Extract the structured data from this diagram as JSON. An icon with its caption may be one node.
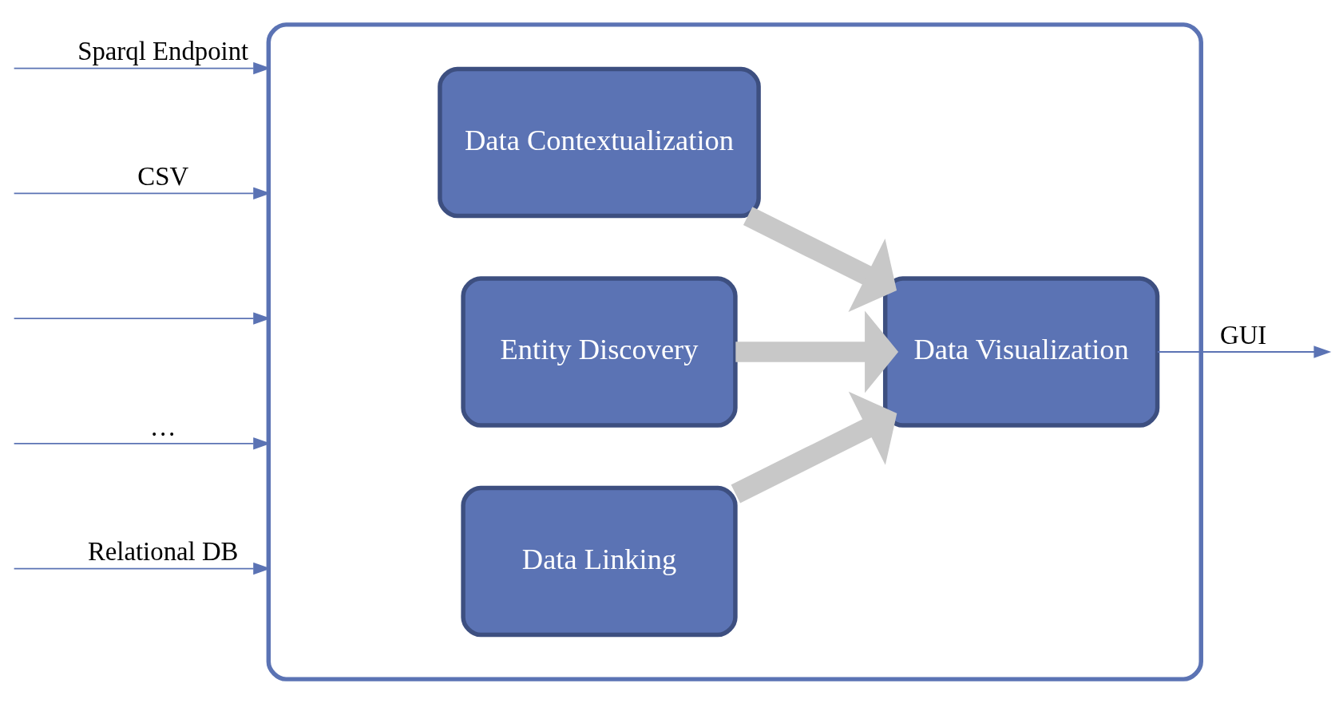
{
  "diagram": {
    "nodes": [
      {
        "text": [],
        "shape": "box"
      },
      {
        "text": [
          "Data Contextualization"
        ],
        "in": 0
      },
      {
        "text": [
          "Entity Discovery"
        ],
        "in": 0
      },
      {
        "text": [
          "Data Linking"
        ],
        "in": 0
      },
      {
        "text": [
          "Data Visualization"
        ],
        "in": 0
      }
    ],
    "edges": [
      {
        "from": 1,
        "to": 4,
        "arrow": "to",
        "style": "thick",
        "color": "#c8c8c8"
      },
      {
        "from": 2,
        "to": 4,
        "arrow": "to",
        "style": "thick",
        "color": "#c8c8c8"
      },
      {
        "from": 3,
        "to": 4,
        "arrow": "to",
        "style": "thick",
        "color": "#c8c8c8"
      },
      {
        "from": null,
        "to": 0,
        "arrow": "to",
        "label": "Sparql Endpoint"
      },
      {
        "from": null,
        "to": 0,
        "arrow": "to",
        "label": "CSV"
      },
      {
        "from": null,
        "to": 0,
        "arrow": "to"
      },
      {
        "from": null,
        "to": 0,
        "arrow": "to",
        "label": "…"
      },
      {
        "from": null,
        "to": 0,
        "arrow": "to",
        "label": "Relational DB"
      },
      {
        "from": 4,
        "to": null,
        "arrow": "to",
        "label": "GUI"
      }
    ]
  }
}
